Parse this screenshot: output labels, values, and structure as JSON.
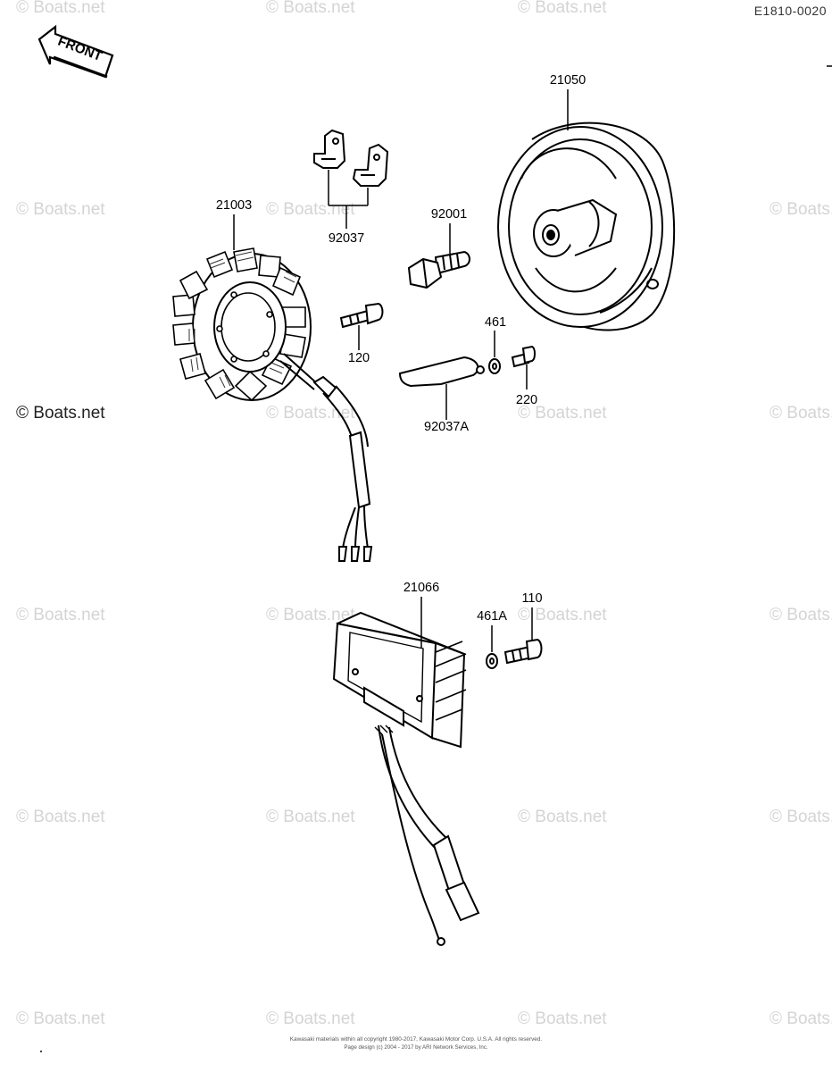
{
  "figure_code": "E1810-0020",
  "front_label": "FRONT",
  "watermark": "© Boats.net",
  "parts": {
    "p21050": "21050",
    "p92037": "92037",
    "p92001": "92001",
    "p21003": "21003",
    "p120": "120",
    "p461": "461",
    "p220": "220",
    "p92037A": "92037A",
    "p21066": "21066",
    "p110": "110",
    "p461A": "461A"
  },
  "footer": {
    "line1": "Kawasaki materials within all copyright 1980-2017, Kawasaki Motor Corp. U.S.A.  All rights reserved.",
    "line2": "Page design (c) 2004 - 2017 by ARI Network Services, Inc."
  }
}
